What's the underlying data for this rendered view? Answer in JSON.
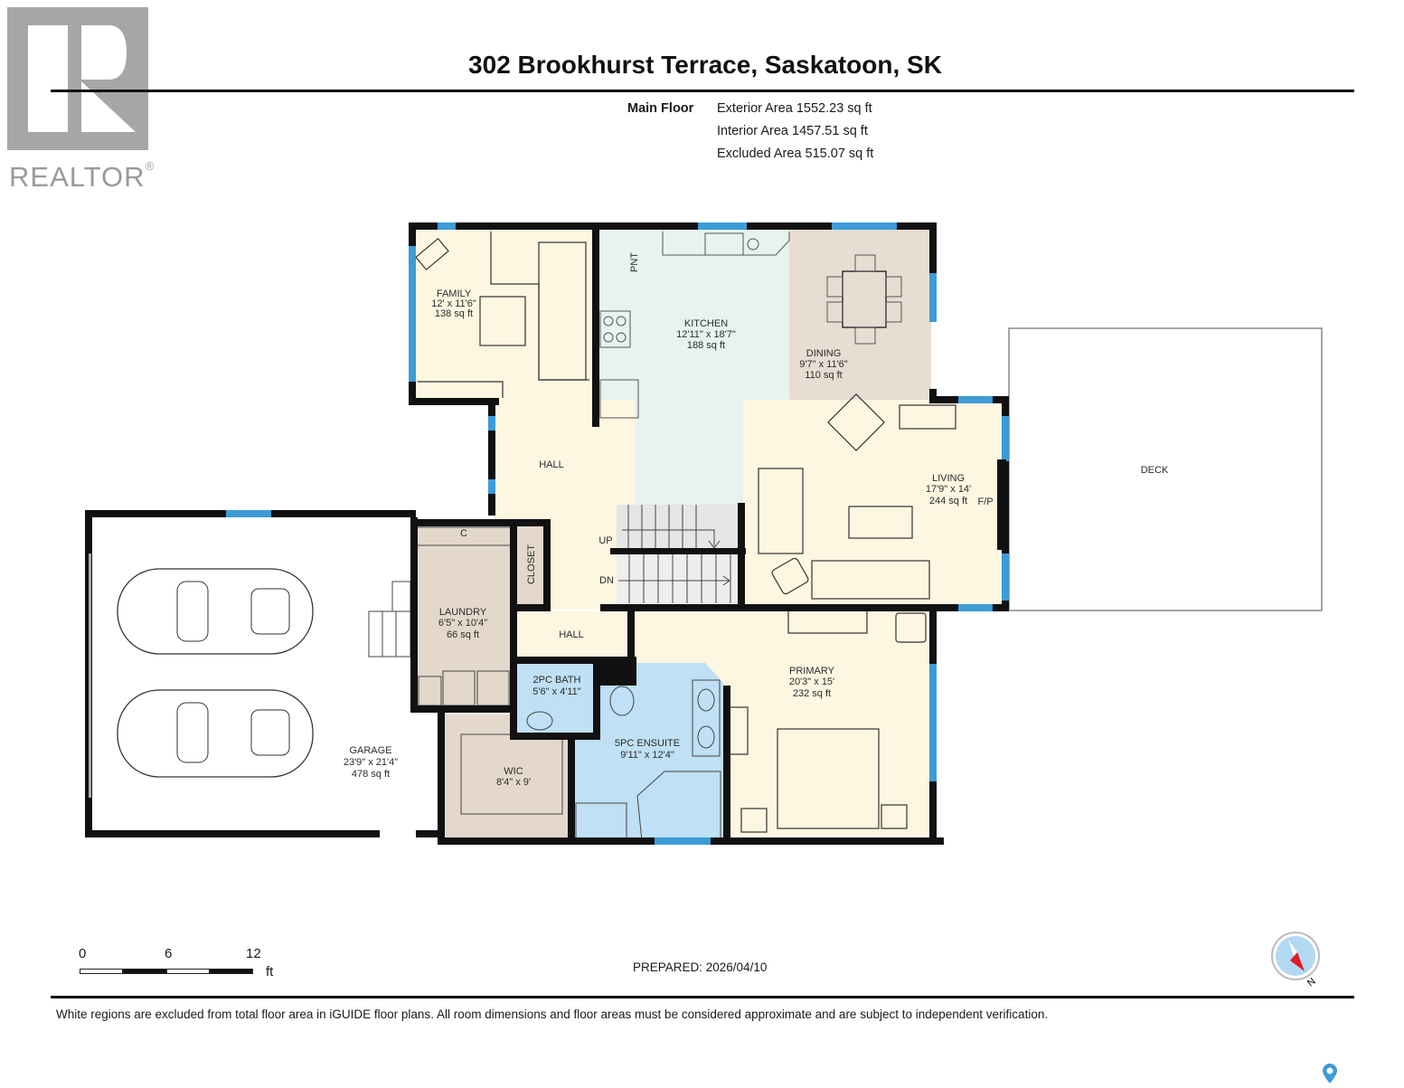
{
  "header": {
    "logo_text": "REALTOR",
    "logo_mark": "®",
    "title": "302 Brookhurst Terrace, Saskatoon, SK"
  },
  "summary": {
    "floor_label": "Main Floor",
    "exterior_area": "Exterior Area 1552.23 sq ft",
    "interior_area": "Interior Area 1457.51 sq ft",
    "excluded_area": "Excluded Area 515.07 sq ft"
  },
  "colors": {
    "wall": "#111111",
    "window": "#3d9bd6",
    "cream": "#fdf6e1",
    "kitchen": "#e6f3ee",
    "dining": "#e8ddd2",
    "utility": "#e3d8cb",
    "bath": "#bfe0f5",
    "deck": "#ffffff"
  },
  "rooms": {
    "family": {
      "name": "FAMILY",
      "dims": "12' x 11'6\"",
      "area": "138 sq ft"
    },
    "pantry": {
      "name": "PNT"
    },
    "kitchen": {
      "name": "KITCHEN",
      "dims": "12'11\" x 18'7\"",
      "area": "188 sq ft"
    },
    "dining": {
      "name": "DINING",
      "dims": "9'7\" x 11'6\"",
      "area": "110 sq ft"
    },
    "living": {
      "name": "LIVING",
      "dims": "17'9\" x 14'",
      "area": "244 sq ft",
      "fireplace": "F/P"
    },
    "deck": {
      "name": "DECK"
    },
    "hall_upper": {
      "name": "HALL"
    },
    "hall_lower": {
      "name": "HALL"
    },
    "stairs": {
      "up": "UP",
      "down": "DN"
    },
    "closet": {
      "name": "CLOSET"
    },
    "laundry_closet": {
      "name": "C"
    },
    "laundry": {
      "name": "LAUNDRY",
      "dims": "6'5\" x 10'4\"",
      "area": "66 sq ft"
    },
    "bath_2pc": {
      "name": "2PC BATH",
      "dims": "5'6\" x 4'11\""
    },
    "ensuite": {
      "name": "5PC ENSUITE",
      "dims": "9'11\" x 12'4\""
    },
    "wic": {
      "name": "WIC",
      "dims": "8'4\" x 9'"
    },
    "primary": {
      "name": "PRIMARY",
      "dims": "20'3\" x 15'",
      "area": "232 sq ft"
    },
    "garage": {
      "name": "GARAGE",
      "dims": "23'9\" x 21'4\"",
      "area": "478 sq ft"
    }
  },
  "scale_bar": {
    "ticks": [
      "0",
      "6",
      "12"
    ],
    "unit": "ft"
  },
  "footer": {
    "prepared": "PREPARED: 2026/04/10",
    "disclaimer": "White regions are excluded from total floor area in iGUIDE floor plans. All room dimensions and floor areas must be considered approximate and are subject to independent verification.",
    "compass_label": "N"
  }
}
